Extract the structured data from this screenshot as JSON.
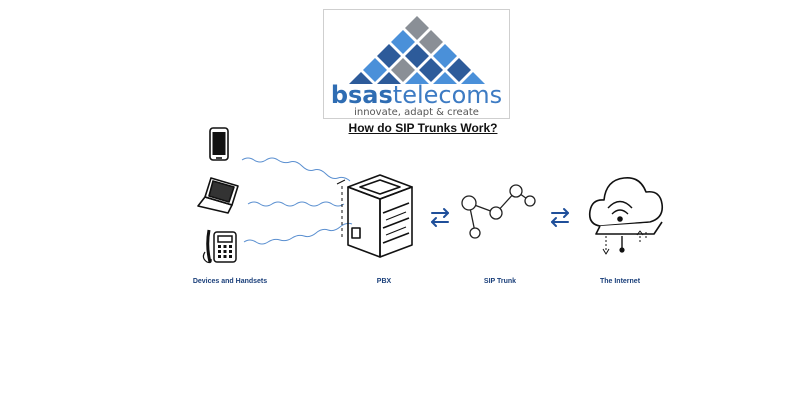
{
  "logo": {
    "name_part1": "bsas",
    "name_part2": "telecoms",
    "tagline": "innovate, adapt & create"
  },
  "title": "How do SIP Trunks Work?",
  "labels": {
    "devices": "Devices and Handsets",
    "pbx": "PBX",
    "sip_trunk": "SIP Trunk",
    "internet": "The Internet"
  },
  "icons": [
    "smartphone-icon",
    "laptop-icon",
    "desk-phone-icon",
    "server-icon",
    "node-graph-icon",
    "cloud-icon",
    "exchange-arrows-icon"
  ],
  "colors": {
    "brand_dark": "#2d5b9a",
    "brand_light": "#4a90d9",
    "brand_grey": "#8a8f96",
    "label": "#1a3f7a",
    "arrows": "#1f4f9a",
    "waves": "#5a8fd0"
  }
}
